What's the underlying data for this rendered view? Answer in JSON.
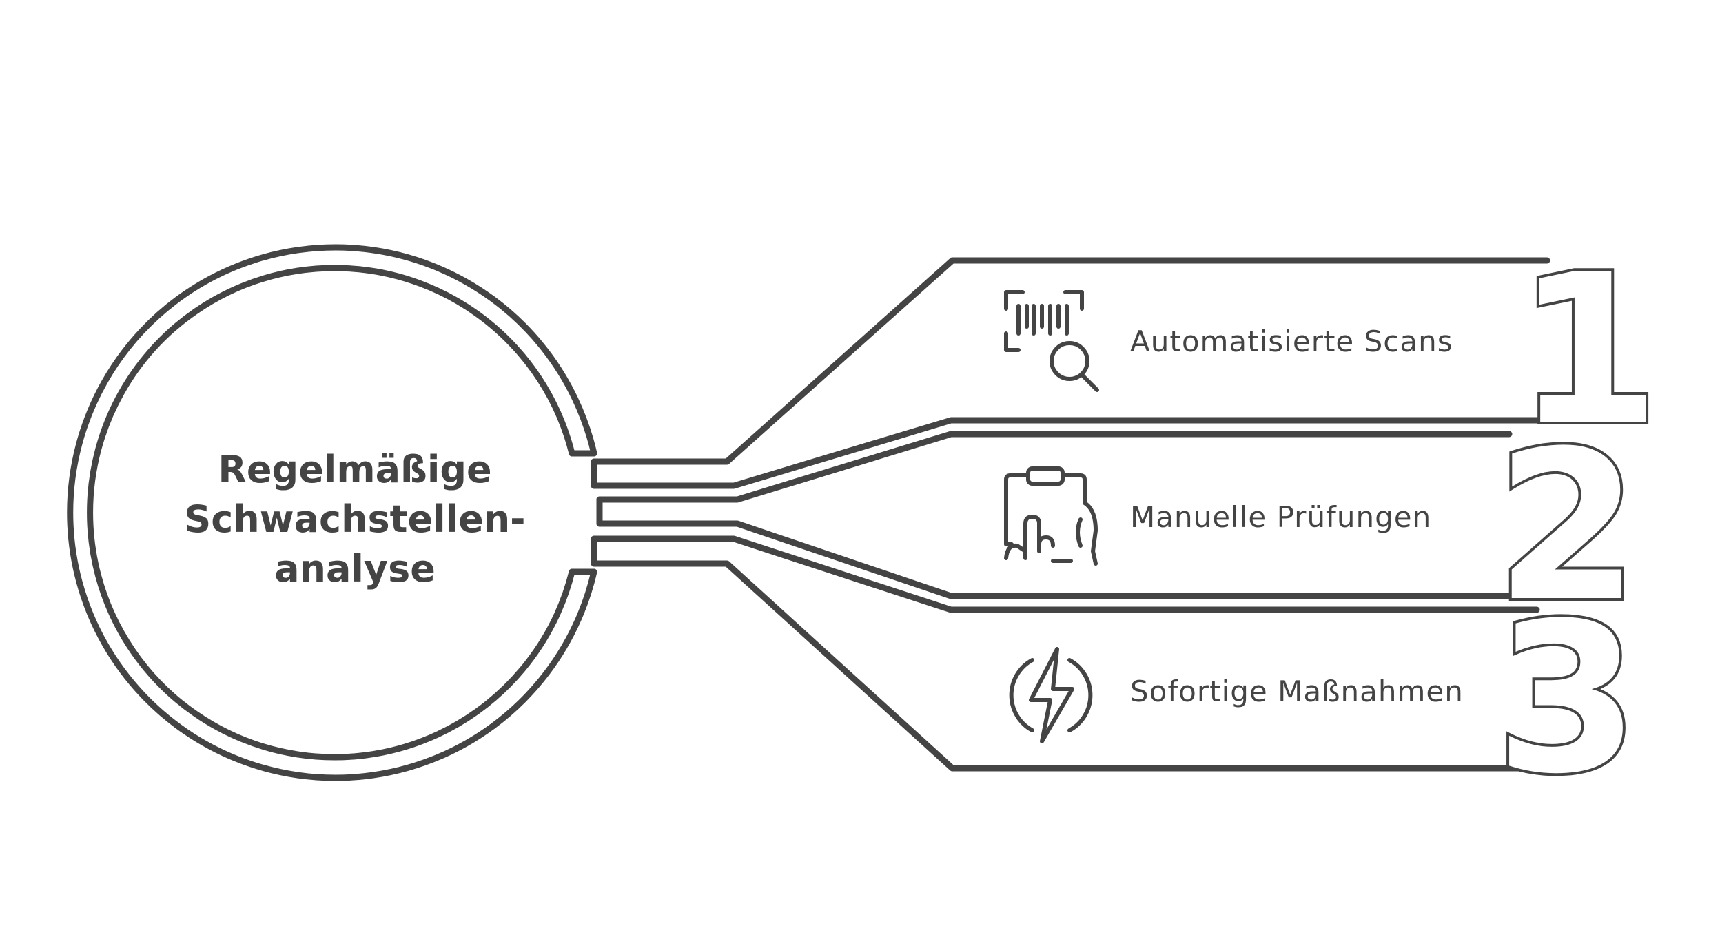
{
  "center": {
    "lines": [
      "Regelmäßige",
      "Schwachstellen-",
      "analyse"
    ]
  },
  "steps": [
    {
      "number": "1",
      "label": "Automatisierte Scans",
      "icon": "barcode-scan-icon"
    },
    {
      "number": "2",
      "label": "Manuelle Prüfungen",
      "icon": "clipboard-hand-icon"
    },
    {
      "number": "3",
      "label": "Sofortige Maßnahmen",
      "icon": "lightning-icon"
    }
  ],
  "colors": {
    "stroke": "#444444",
    "background": "#ffffff"
  }
}
